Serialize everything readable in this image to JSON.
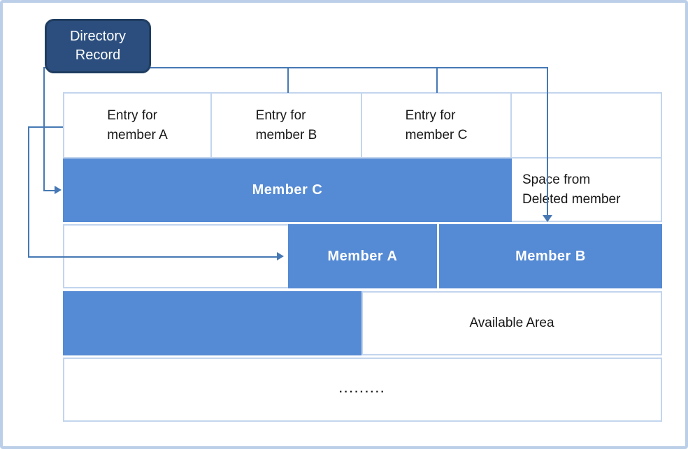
{
  "diagram": {
    "title_node": {
      "label": "Directory\nRecord"
    },
    "entries": {
      "a": {
        "label": "Entry for\nmember A"
      },
      "b": {
        "label": "Entry for\nmember B"
      },
      "c": {
        "label": "Entry for\nmember C"
      },
      "empty": {
        "label": ""
      }
    },
    "members": {
      "c": {
        "label": "Member C"
      },
      "a": {
        "label": "Member A"
      },
      "b": {
        "label": "Member B"
      }
    },
    "space_deleted": {
      "label": "Space from\nDeleted member"
    },
    "available_area": {
      "label": "Available Area"
    },
    "continuation": {
      "label": "........."
    },
    "colors": {
      "bar_blue": "#558AD4",
      "node_navy": "#2B4E7E",
      "node_border": "#203D61",
      "connector_blue": "#4678B4",
      "cell_border_light": "#C2D5EE",
      "frame_border": "#BCCFE8",
      "text_dark": "#161616",
      "text_light": "#FFFFFF"
    }
  }
}
